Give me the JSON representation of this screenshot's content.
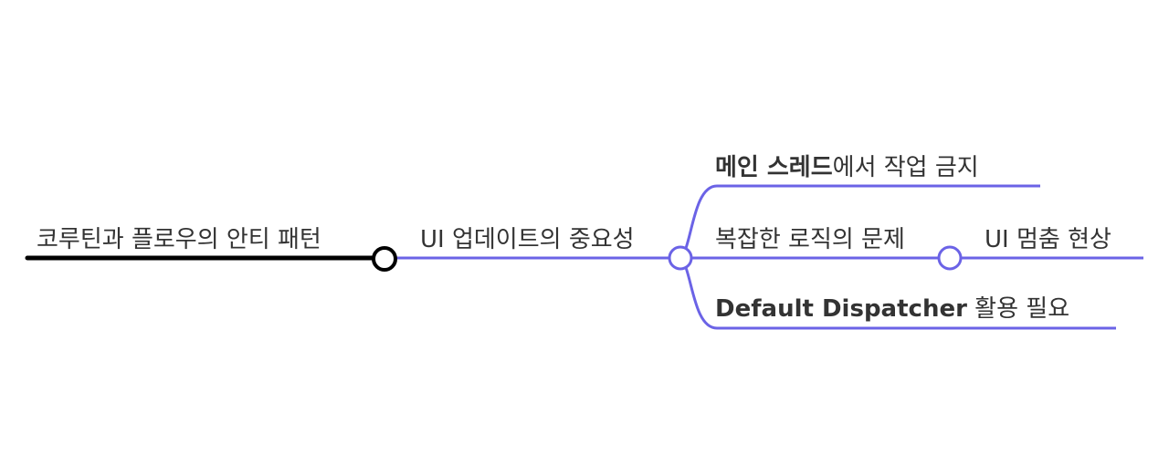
{
  "colors": {
    "root_line": "#000000",
    "branch_line": "#6b63e6",
    "text": "#333333",
    "node_fill": "#ffffff"
  },
  "root": {
    "label": "코루틴과 플로우의 안티 패턴"
  },
  "branch": {
    "label": "UI 업데이트의 중요성"
  },
  "children": {
    "main_thread": {
      "bold": "메인 스레드",
      "rest": "에서 작업 금지"
    },
    "complex_logic": {
      "label": "복잡한 로직의 문제"
    },
    "default_dispatcher": {
      "bold": "Default Dispatcher",
      "rest": " 활용 필요"
    }
  },
  "grandchildren": {
    "ui_freeze": {
      "label": "UI 멈춤 현상"
    }
  }
}
